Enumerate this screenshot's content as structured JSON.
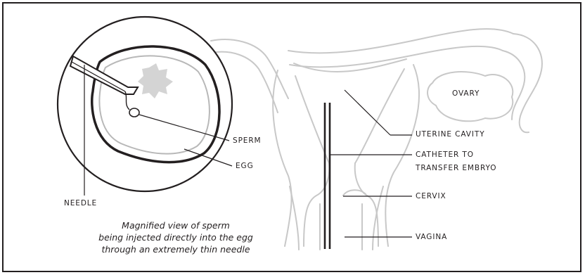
{
  "labels": {
    "ovary": "OVARY",
    "uterine_cavity": "UTERINE CAVITY",
    "catheter_line1": "CATHETER TO",
    "catheter_line2": "TRANSFER EMBRYO",
    "cervix": "CERVIX",
    "vagina": "VAGINA",
    "sperm": "SPERM",
    "egg": "EGG",
    "needle": "NEEDLE"
  },
  "caption": {
    "line1": "Magnified view of sperm",
    "line2": "being injected directly into the egg",
    "line3": "through an extremely thin needle"
  },
  "colors": {
    "ink": "#231f20",
    "anatomy_outline": "#c8c8c8",
    "cytoplasm_spot": "#d4d4d4"
  }
}
